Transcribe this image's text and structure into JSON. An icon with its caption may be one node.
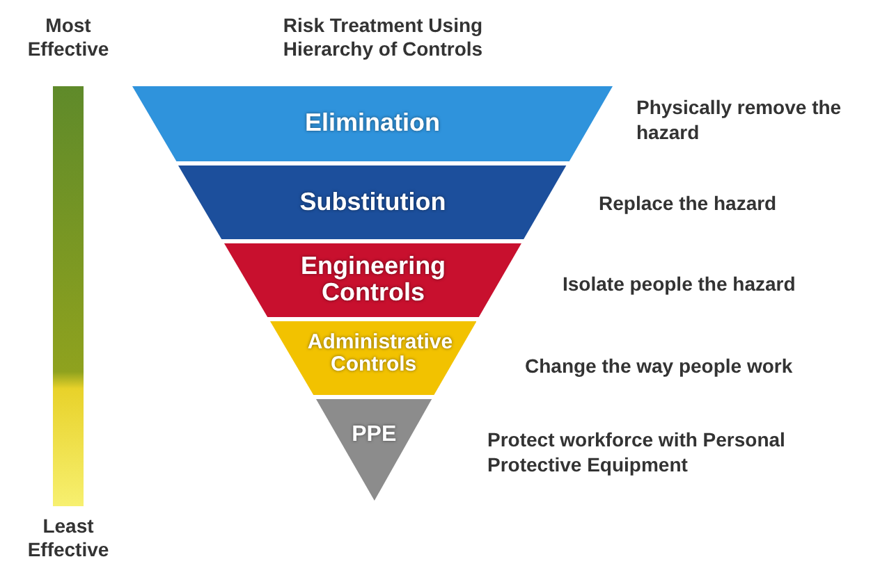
{
  "diagram": {
    "title": "Risk Treatment Using Hierarchy of Controls",
    "nodes": [
      {
        "text": [
          "Elimination"
        ],
        "beside": [
          "Physically remove the hazard"
        ]
      },
      {
        "text": [
          "Substitution"
        ],
        "beside": [
          "Replace the hazard"
        ]
      },
      {
        "text": [
          "Engineering Controls"
        ],
        "beside": [
          "Isolate people the hazard"
        ]
      },
      {
        "text": [
          "Administrative Controls"
        ],
        "beside": [
          "Change the way people work"
        ]
      },
      {
        "text": [
          "PPE"
        ],
        "beside": [
          "Protect workforce with Personal Protective Equipment"
        ]
      },
      {
        "text": [],
        "shape": "bar"
      }
    ],
    "labels": [
      "Most Effective",
      "Least Effective"
    ]
  }
}
